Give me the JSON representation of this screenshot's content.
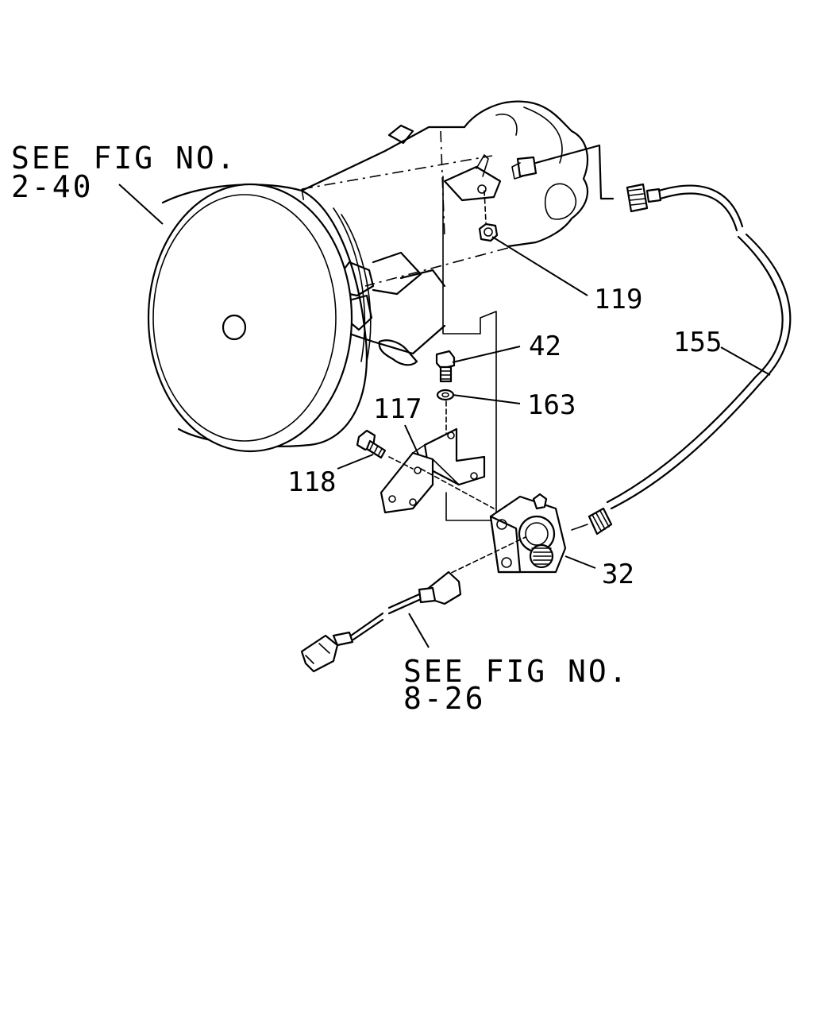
{
  "references": {
    "transmission_fig": {
      "line1": "SEE FIG NO.",
      "line2": "2-40"
    },
    "harness_fig": {
      "line1": "SEE FIG NO.",
      "line2": "8-26"
    }
  },
  "callouts": {
    "nut": "119",
    "bolt": "42",
    "washer": "163",
    "bracket": "117",
    "bracket_bolt": "118",
    "speedometer_cable": "155",
    "speed_sensor": "32"
  }
}
